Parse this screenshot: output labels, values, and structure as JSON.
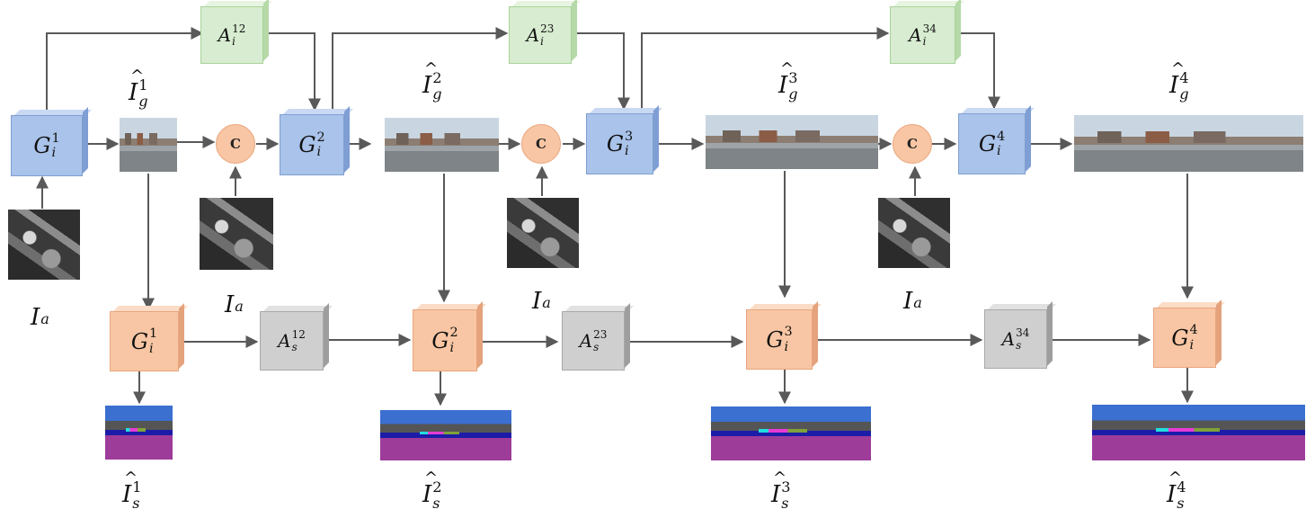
{
  "nodes": {
    "g1": {
      "base": "G",
      "sup": "1",
      "sub": "i"
    },
    "g2": {
      "base": "G",
      "sup": "2",
      "sub": "i"
    },
    "g3": {
      "base": "G",
      "sup": "3",
      "sub": "i"
    },
    "g4": {
      "base": "G",
      "sup": "4",
      "sub": "i"
    },
    "gs1": {
      "base": "G",
      "sup": "1",
      "sub": "i"
    },
    "gs2": {
      "base": "G",
      "sup": "2",
      "sub": "i"
    },
    "gs3": {
      "base": "G",
      "sup": "3",
      "sub": "i"
    },
    "gs4": {
      "base": "G",
      "sup": "4",
      "sub": "i"
    },
    "ai12": {
      "base": "A",
      "sup": "12",
      "sub": "i"
    },
    "ai23": {
      "base": "A",
      "sup": "23",
      "sub": "i"
    },
    "ai34": {
      "base": "A",
      "sup": "34",
      "sub": "i"
    },
    "as12": {
      "base": "A",
      "sup": "12",
      "sub": "s"
    },
    "as23": {
      "base": "A",
      "sup": "23",
      "sub": "s"
    },
    "as34": {
      "base": "A",
      "sup": "34",
      "sub": "s"
    }
  },
  "concat_label": "C",
  "labels": {
    "ig1": {
      "base": "I",
      "sup": "1",
      "sub": "g"
    },
    "ig2": {
      "base": "I",
      "sup": "2",
      "sub": "g"
    },
    "ig3": {
      "base": "I",
      "sup": "3",
      "sub": "g"
    },
    "ig4": {
      "base": "I",
      "sup": "4",
      "sub": "g"
    },
    "is1": {
      "base": "I",
      "sup": "1",
      "sub": "s"
    },
    "is2": {
      "base": "I",
      "sup": "2",
      "sub": "s"
    },
    "is3": {
      "base": "I",
      "sup": "3",
      "sub": "s"
    },
    "is4": {
      "base": "I",
      "sup": "4",
      "sub": "s"
    },
    "ia": {
      "base": "I",
      "sub": "a"
    }
  },
  "colors": {
    "generator_ground": "#a9c3ea",
    "generator_semantic": "#f8c6a4",
    "attention_ground": "#d7ecd0",
    "attention_semantic": "#cfcfcf",
    "arrow": "#595959"
  }
}
